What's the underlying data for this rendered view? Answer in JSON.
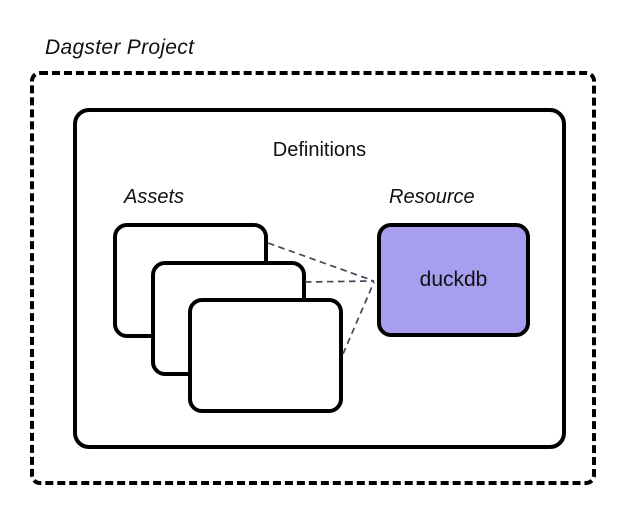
{
  "diagram": {
    "title": "Dagster Project",
    "definitions": {
      "label": "Definitions"
    },
    "assets": {
      "label": "Assets",
      "card_count": 3
    },
    "resource": {
      "label": "Resource",
      "name": "duckdb",
      "fill_color": "#a89ef0"
    },
    "connectors": {
      "style": "dashed",
      "color": "#3f4a56",
      "links": [
        {
          "from": "asset-card-1",
          "to": "resource-duckdb"
        },
        {
          "from": "asset-card-2",
          "to": "resource-duckdb"
        },
        {
          "from": "asset-card-3",
          "to": "resource-duckdb"
        }
      ]
    },
    "colors": {
      "border": "#000000",
      "background": "#ffffff"
    }
  }
}
